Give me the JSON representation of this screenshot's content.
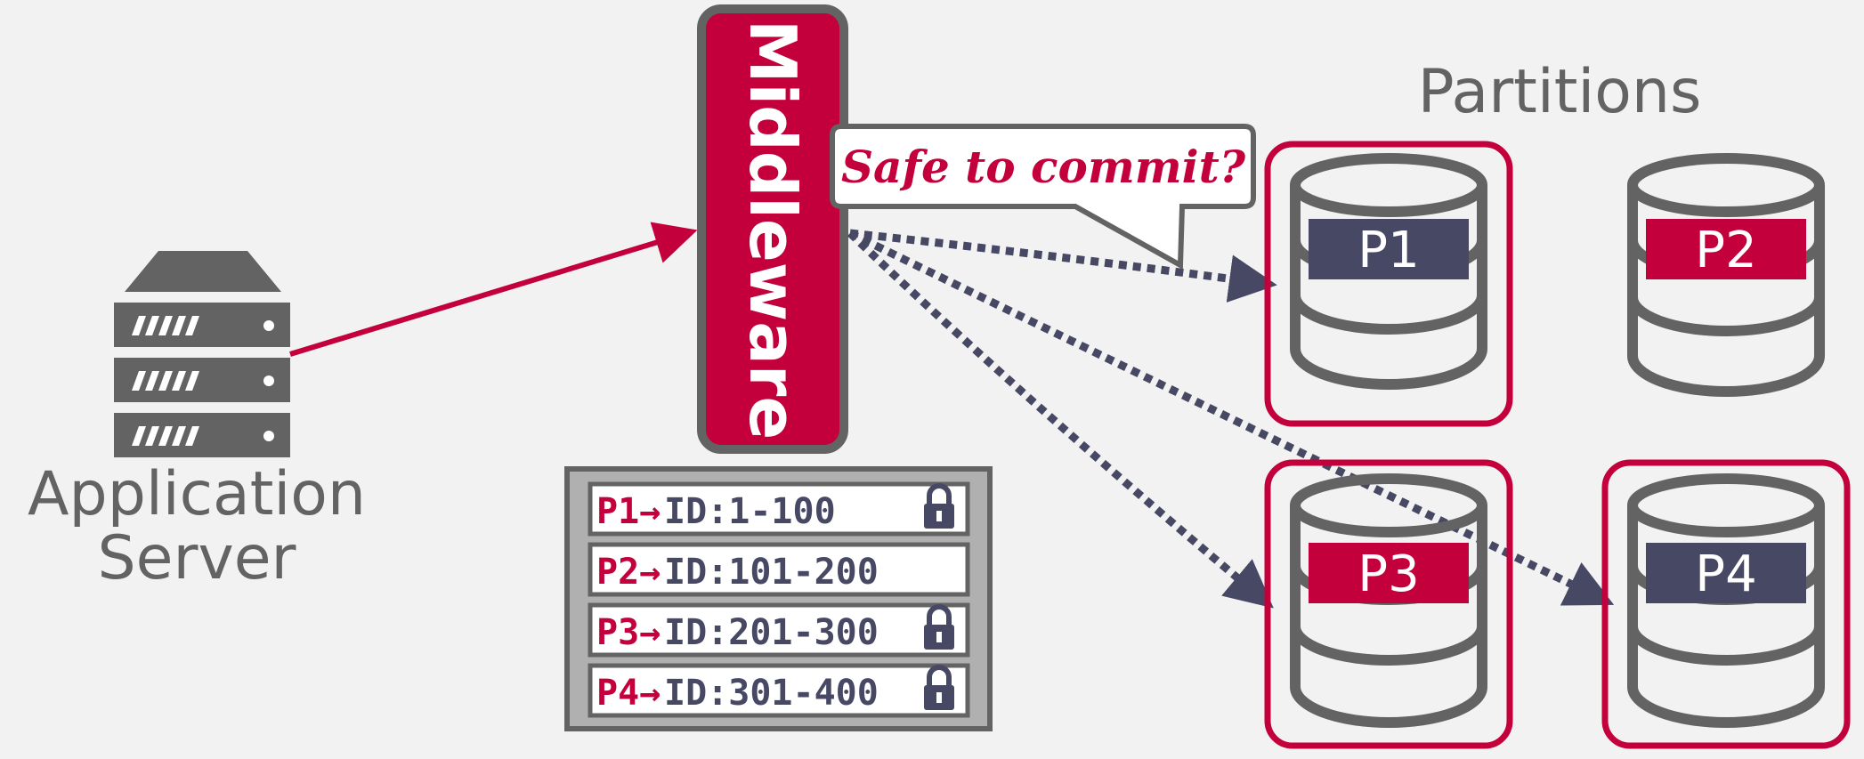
{
  "colors": {
    "background": "#f2f2f2",
    "accent": "#c4003c",
    "navy": "#474864",
    "gray": "#636363"
  },
  "app_server": {
    "icon": "server-rack-icon",
    "label_line1": "Application",
    "label_line2": "Server"
  },
  "middleware": {
    "label": "Middleware"
  },
  "bubble": {
    "text": "Safe to commit?"
  },
  "partitions": {
    "title": "Partitions",
    "items": [
      {
        "label": "P1",
        "tag_color": "#474864",
        "highlighted": true
      },
      {
        "label": "P2",
        "tag_color": "#c4003c",
        "highlighted": false
      },
      {
        "label": "P3",
        "tag_color": "#c4003c",
        "highlighted": true
      },
      {
        "label": "P4",
        "tag_color": "#474864",
        "highlighted": true
      }
    ]
  },
  "lock_table": {
    "rows": [
      {
        "part": "P1",
        "range": "ID:1-100",
        "locked": true
      },
      {
        "part": "P2",
        "range": "ID:101-200",
        "locked": false
      },
      {
        "part": "P3",
        "range": "ID:201-300",
        "locked": true
      },
      {
        "part": "P4",
        "range": "ID:301-400",
        "locked": true
      }
    ],
    "arrow_glyph": "→",
    "lock_icon": "lock-icon"
  }
}
